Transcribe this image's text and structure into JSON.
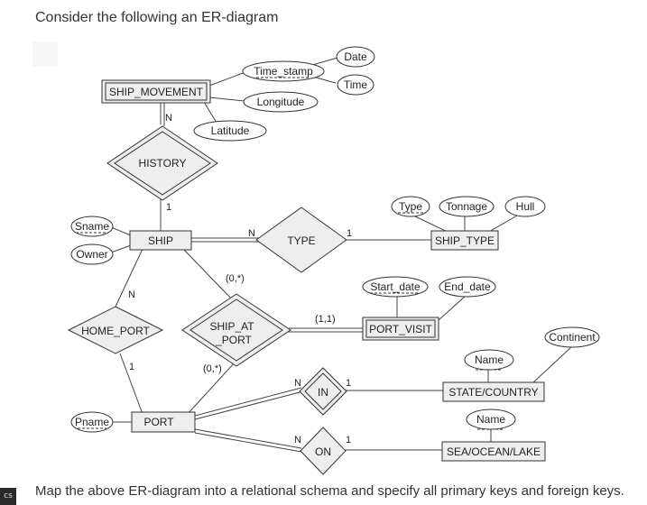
{
  "heading": "Consider the following an ER-diagram",
  "footer": "Map the above ER-diagram into a relational schema and specify all primary keys and foreign keys.",
  "corner_badge": "cs",
  "diagram": {
    "entities": {
      "ship_movement": "SHIP_MOVEMENT",
      "ship": "SHIP",
      "ship_type": "SHIP_TYPE",
      "port_visit": "PORT_VISIT",
      "state_country": "STATE/COUNTRY",
      "port": "PORT",
      "sea_ocean_lake": "SEA/OCEAN/LAKE"
    },
    "relationships": {
      "history": "HISTORY",
      "type": "TYPE",
      "home_port": "HOME_PORT",
      "ship_at_port_line1": "SHIP_AT",
      "ship_at_port_line2": "_PORT",
      "in": "IN",
      "on": "ON"
    },
    "attributes": {
      "date": "Date",
      "time_stamp": "Time_stamp",
      "time": "Time",
      "longitude": "Longitude",
      "latitude": "Latitude",
      "sname": "Sname",
      "owner": "Owner",
      "type_attr": "Type",
      "tonnage": "Tonnage",
      "hull": "Hull",
      "start_date": "Start_date",
      "end_date": "End_date",
      "continent": "Continent",
      "state_name": "Name",
      "sea_name": "Name",
      "pname": "Pname"
    },
    "cardinalities": {
      "history_ship_movement": "N",
      "history_ship": "1",
      "type_ship": "N",
      "type_ship_type": "1",
      "home_port_ship": "N",
      "home_port_port": "1",
      "ship_at_port_ship": "(0,*)",
      "ship_at_port_port": "(0,*)",
      "ship_at_port_visit": "(1,1)",
      "in_port": "N",
      "in_state": "1",
      "on_port": "N",
      "on_sea": "1"
    }
  }
}
